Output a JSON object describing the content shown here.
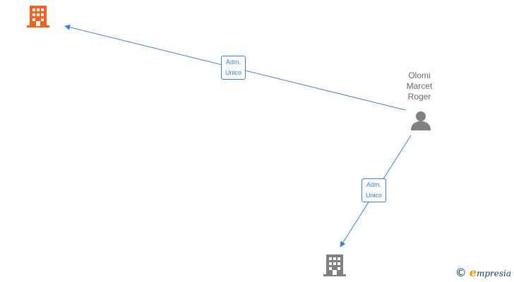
{
  "colors": {
    "edge": "#3a7fd5",
    "company_main": "#f26122",
    "company_other": "#808080",
    "person": "#808080",
    "brand_dark": "#0f3f6e",
    "brand_accent": "#f29400"
  },
  "nodes": {
    "company_top": {
      "icon": "building-icon",
      "color": "#f26122"
    },
    "person": {
      "icon": "person-icon",
      "name_lines": [
        "Olomi",
        "Marcet",
        "Roger"
      ]
    },
    "company_bottom": {
      "icon": "building-icon",
      "color": "#808080"
    }
  },
  "edges": [
    {
      "from": "person",
      "to": "company_top",
      "label_lines": [
        "Adm.",
        "Unico"
      ]
    },
    {
      "from": "person",
      "to": "company_bottom",
      "label_lines": [
        "Adm.",
        "Unico"
      ]
    }
  ],
  "brand": {
    "copyright": "©",
    "logo_initial": "e",
    "logo_rest": "mpresia"
  }
}
